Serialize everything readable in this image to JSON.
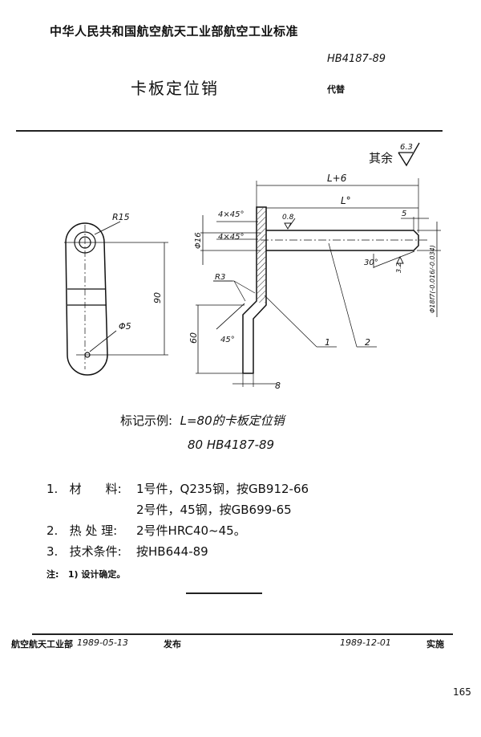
{
  "header": {
    "organization": "中华人民共和国航空航天工业部航空工业标准",
    "standard_code": "HB4187-89",
    "title": "卡板定位销",
    "replaces_label": "代替"
  },
  "surface_roughness": {
    "label": "其余",
    "value": "6.3"
  },
  "drawing": {
    "left_view": {
      "radius": "R15",
      "height": "90",
      "hole": "Φ5"
    },
    "right_view": {
      "overall_length": "L+6",
      "pin_length": "L°",
      "chamfer_1": "4×45°",
      "chamfer_2": "4×45°",
      "head_dia": "Φ16",
      "roughness_pin": "0.8",
      "end_length": "5",
      "angle_30": "30°",
      "roughness_end": "3.2",
      "pin_dia": "Φ18f7(-0.016/-0.034)",
      "bend_radius": "R3",
      "bend_angle": "45°",
      "plate_height": "60",
      "plate_thickness": "8",
      "part_1": "1",
      "part_2": "2"
    }
  },
  "marking": {
    "label": "标记示例:",
    "example": "L=80的卡板定位销",
    "code": "80   HB4187-89"
  },
  "requirements": [
    {
      "num": "1.",
      "label": "材　　料:",
      "lines": [
        "1号件，Q235钢，按GB912-66",
        "2号件，45钢，按GB699-65"
      ]
    },
    {
      "num": "2.",
      "label": "热 处 理:",
      "lines": [
        "2号件HRC40~45。"
      ]
    },
    {
      "num": "3.",
      "label": "技术条件:",
      "lines": [
        "按HB644-89"
      ]
    }
  ],
  "note": {
    "label": "注:",
    "text": "1) 设计确定。"
  },
  "footer": {
    "issuer": "航空航天工业部",
    "issue_date": "1989-05-13",
    "issue_label": "发布",
    "effective_date": "1989-12-01",
    "effective_label": "实施",
    "page_number": "165"
  }
}
